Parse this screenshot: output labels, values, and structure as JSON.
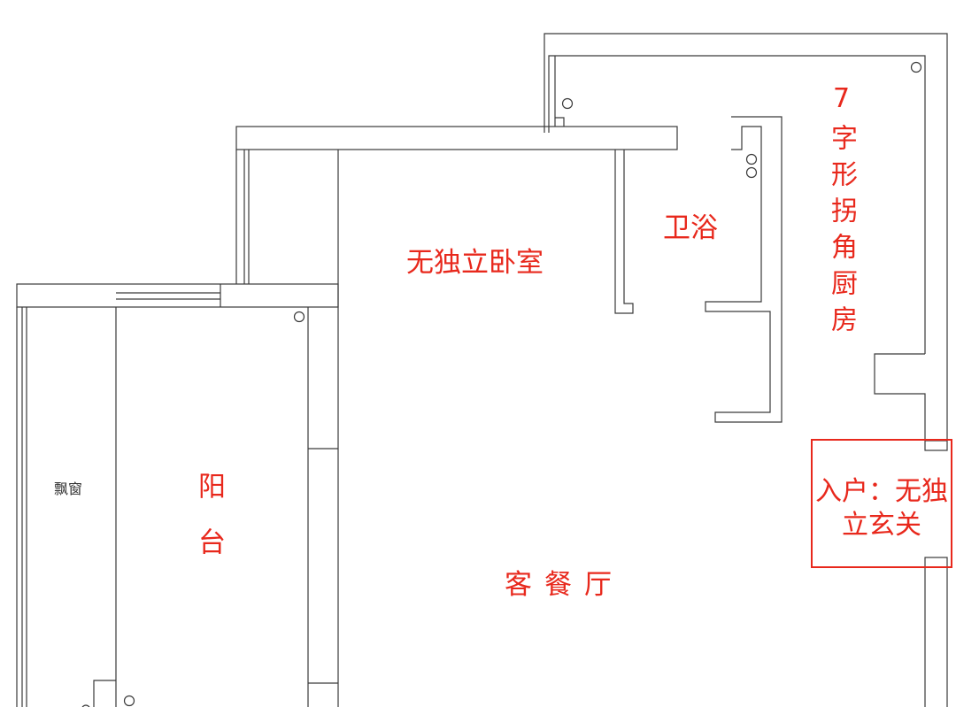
{
  "labels": {
    "bedroom": "无独立卧室",
    "bathroom": "卫浴",
    "kitchen": "7字形拐角厨房",
    "balcony": "阳台",
    "living_dining": "客餐厅",
    "bay_window": "飘窗",
    "entry": "入户：无独立玄关"
  },
  "colors": {
    "annotation": "#e8281c",
    "line": "#3a3a3a",
    "background": "#ffffff"
  }
}
